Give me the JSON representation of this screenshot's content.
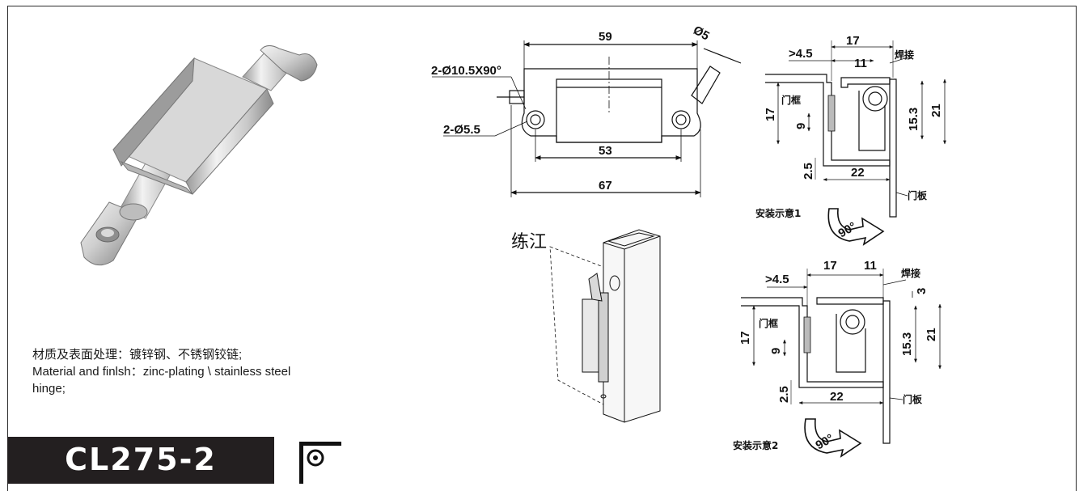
{
  "description": {
    "line_cn": "材质及表面处理：镀锌钢、不锈钢铰链;",
    "line_en_1": "Material and finlsh：zinc-plating \\ stainless steel",
    "line_en_2": "hinge;"
  },
  "model": {
    "code": "CL275-2"
  },
  "watermark": {
    "text": "练江"
  },
  "front_view": {
    "overall_width": "59",
    "pin_diameter": "Ø5",
    "countersink": "2-Ø10.5X90°",
    "hole": "2-Ø5.5",
    "hole_pitch": "53",
    "overall_length": "67"
  },
  "install_1": {
    "gap": ">4.5",
    "width_17": "17",
    "width_11": "11",
    "weld": "焊接",
    "frame": "门框",
    "height_17": "17",
    "height_9": "9",
    "height_15_3": "15.3",
    "height_21": "21",
    "offset_2_5": "2.5",
    "width_22": "22",
    "door": "门板",
    "caption": "安装示意1",
    "rotation": "90°"
  },
  "install_2": {
    "gap": ">4.5",
    "width_17": "17",
    "width_11": "11",
    "weld": "焊接",
    "offset_3": "3",
    "frame": "门框",
    "height_17": "17",
    "height_9": "9",
    "height_15_3": "15.3",
    "height_21": "21",
    "offset_2_5": "2.5",
    "width_22": "22",
    "door": "门板",
    "caption": "安装示意2",
    "rotation": "90°"
  },
  "colors": {
    "ink": "#111111",
    "banner": "#231f20",
    "banner_text": "#ffffff",
    "metal_light": "#e6e6e6",
    "metal_dark": "#8a8a8a"
  },
  "icons": {
    "logo": "hinge-logo-icon",
    "arrow": "rotation-arrow-icon"
  }
}
